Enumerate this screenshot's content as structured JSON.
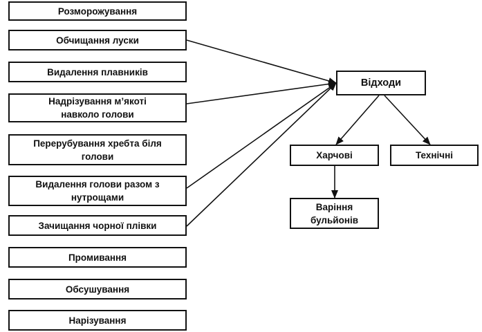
{
  "steps": [
    "Розморожування",
    "Обчищання луски",
    "Видалення плавників",
    "Надрізування м’якоті\nнавколо голови",
    "Перерубування хребта біля\nголови",
    "Видалення голови разом з\nнутрощами",
    "Зачищання чорної плівки",
    "Промивання",
    "Обсушування",
    "Нарізування"
  ],
  "waste": "Відходи",
  "food_waste": "Харчові",
  "technical_waste": "Технічні",
  "food_use": "Варіння\nбульйонів"
}
